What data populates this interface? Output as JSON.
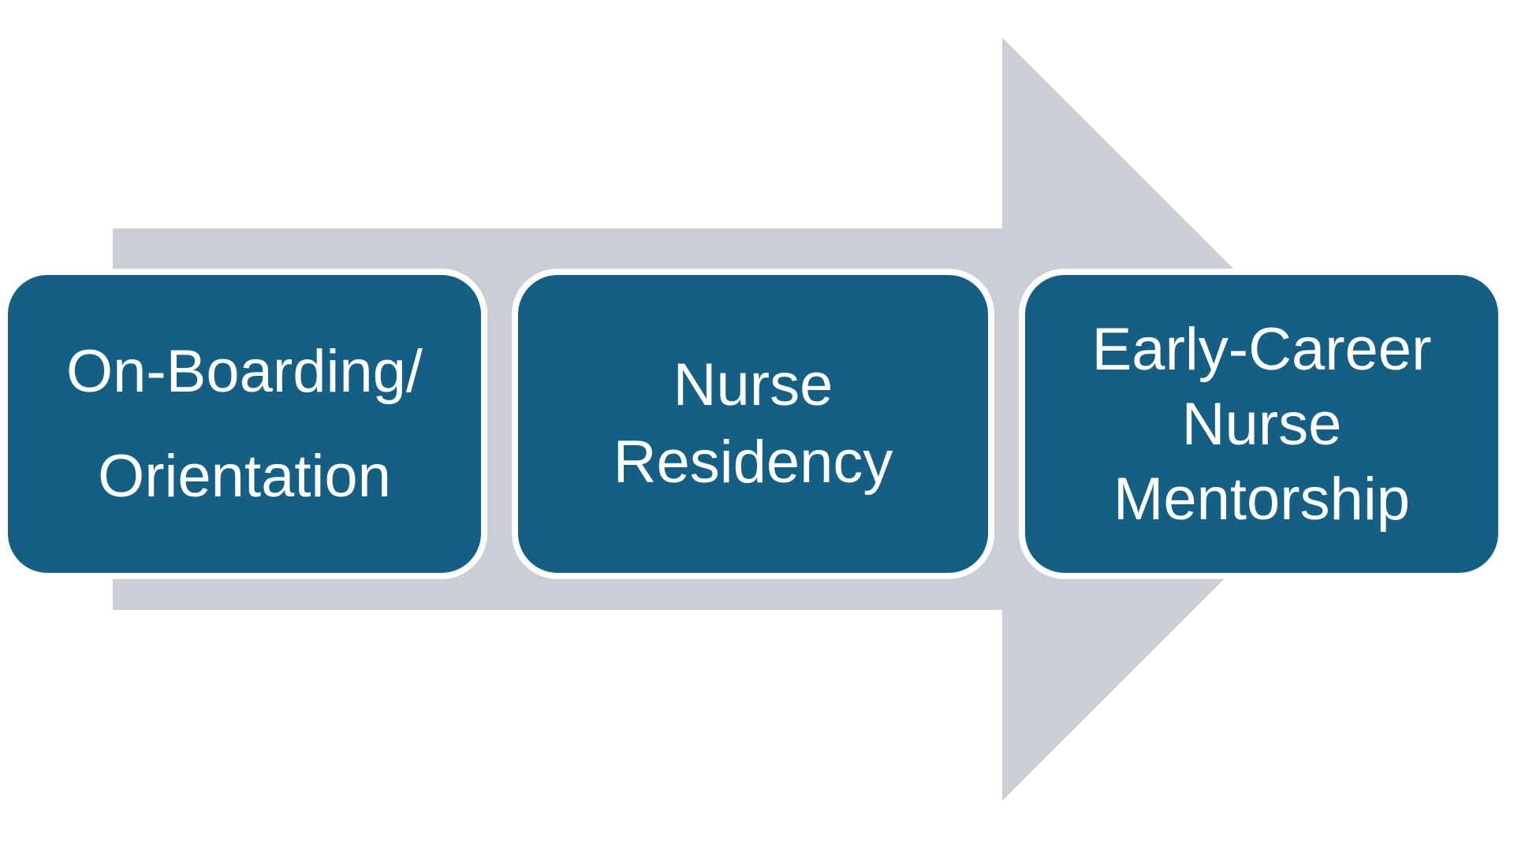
{
  "colors": {
    "background": "#ffffff",
    "arrow_fill": "#cbcfd5",
    "box_fill": "#155f84",
    "box_stroke": "#ffffff",
    "text": "#ffffff"
  },
  "diagram": {
    "type": "process-arrow",
    "direction": "right",
    "steps": [
      {
        "id": "onboarding-orientation",
        "label": "On-Boarding/ Orientation",
        "label_multiline": "On-Boarding/\nOrientation"
      },
      {
        "id": "nurse-residency",
        "label": "Nurse Residency",
        "label_multiline": "Nurse\nResidency"
      },
      {
        "id": "early-career-nurse-mentorship",
        "label": "Early-Career Nurse Mentorship",
        "label_multiline": "Early-Career\nNurse\nMentorship"
      }
    ]
  }
}
